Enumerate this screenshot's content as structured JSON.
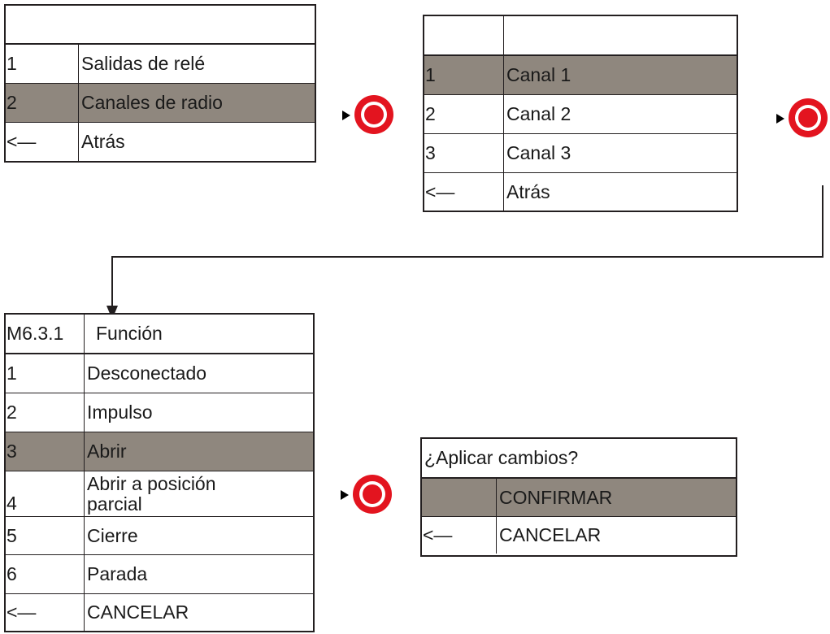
{
  "colors": {
    "border": "#231f20",
    "selected_row": "#8f877e",
    "knob": "#e3141f"
  },
  "menu_radio_select": {
    "header": {
      "key": "",
      "title": ""
    },
    "items": [
      {
        "key": "1",
        "label": "Salidas de relé"
      },
      {
        "key": "2",
        "label": "Canales de radio",
        "selected": true
      },
      {
        "key": "<—",
        "label": "Atrás"
      }
    ]
  },
  "menu_channels": {
    "header": {
      "key": "",
      "title": ""
    },
    "items": [
      {
        "key": "1",
        "label": "Canal 1",
        "selected": true
      },
      {
        "key": "2",
        "label": "Canal 2"
      },
      {
        "key": "3",
        "label": "Canal 3"
      },
      {
        "key": "<—",
        "label": "Atrás"
      }
    ]
  },
  "menu_function": {
    "header": {
      "key": "M6.3.1",
      "title": "Función"
    },
    "items": [
      {
        "key": "1",
        "label": "Desconectado"
      },
      {
        "key": "2",
        "label": "Impulso"
      },
      {
        "key": "3",
        "label": "Abrir",
        "selected": true
      },
      {
        "key": "4",
        "label": "Abrir a posición parcial"
      },
      {
        "key": "5",
        "label": "Cierre"
      },
      {
        "key": "6",
        "label": "Parada"
      },
      {
        "key": "<—",
        "label": "CANCELAR"
      }
    ]
  },
  "dialog_apply": {
    "title": "¿Aplicar cambios?",
    "items": [
      {
        "key": "",
        "label": "CONFIRMAR",
        "selected": true
      },
      {
        "key": "<—",
        "label": "CANCELAR"
      }
    ]
  },
  "icons": {
    "trigger": "press-knob-icon",
    "flow_arrow": "arrow-down-icon"
  }
}
